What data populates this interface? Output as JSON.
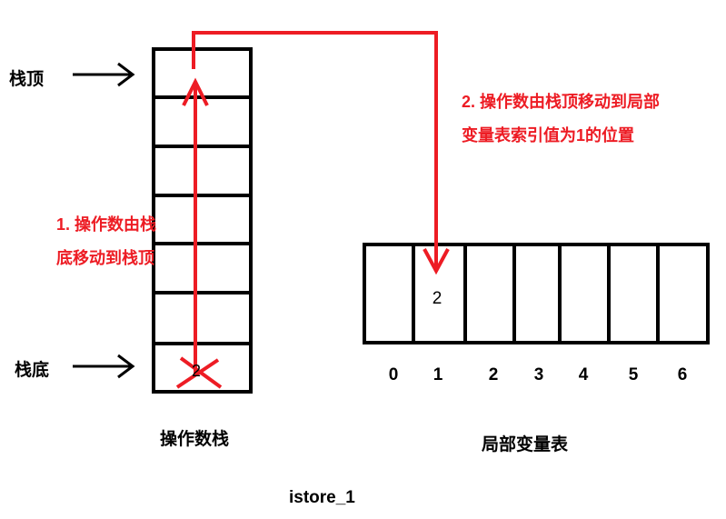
{
  "labels": {
    "stack_top": "栈顶",
    "stack_bottom": "栈底",
    "operand_stack": "操作数栈",
    "local_var_table": "局部变量表",
    "instruction": "istore_1"
  },
  "annotations": {
    "step1_line1": "1. 操作数由栈",
    "step1_line2": "底移动到栈顶",
    "step2_line1": "2. 操作数由栈顶移动到局部",
    "step2_line2": "变量表索引值为1的位置"
  },
  "stack_bottom_value": "2",
  "local_var_value": "2",
  "local_var_indices": [
    "0",
    "1",
    "2",
    "3",
    "4",
    "5",
    "6"
  ],
  "colors": {
    "arrow": "#ed1c24",
    "line": "#000000"
  }
}
